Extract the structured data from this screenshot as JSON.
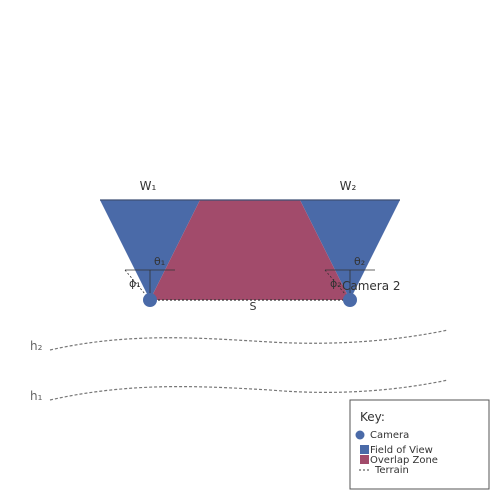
{
  "labels": {
    "w1": "W₁",
    "w2": "W₂",
    "theta1": "θ₁",
    "theta2": "θ₂",
    "phi1": "ϕ₁",
    "phi2": "ϕ₂",
    "camera2": "Camera 2",
    "separation": "S",
    "h2": "h₂",
    "h1": "h₁"
  },
  "legend": {
    "title": "Key:",
    "items": [
      {
        "label": "Camera",
        "symbol": "circle",
        "color": "#4a6aa8"
      },
      {
        "label": "Field of View",
        "symbol": "square",
        "color": "#4a6aa8"
      },
      {
        "label": "Overlap Zone",
        "symbol": "square",
        "color": "#a24b6b"
      },
      {
        "label": "Terrain",
        "symbol": "dotted-line",
        "color": "#666666"
      }
    ]
  },
  "colors": {
    "fov": "#4a6aa8",
    "overlap": "#a24b6b",
    "camera": "#4a6aa8",
    "terrain": "#777777",
    "text": "#333333",
    "frame": "#555555"
  }
}
